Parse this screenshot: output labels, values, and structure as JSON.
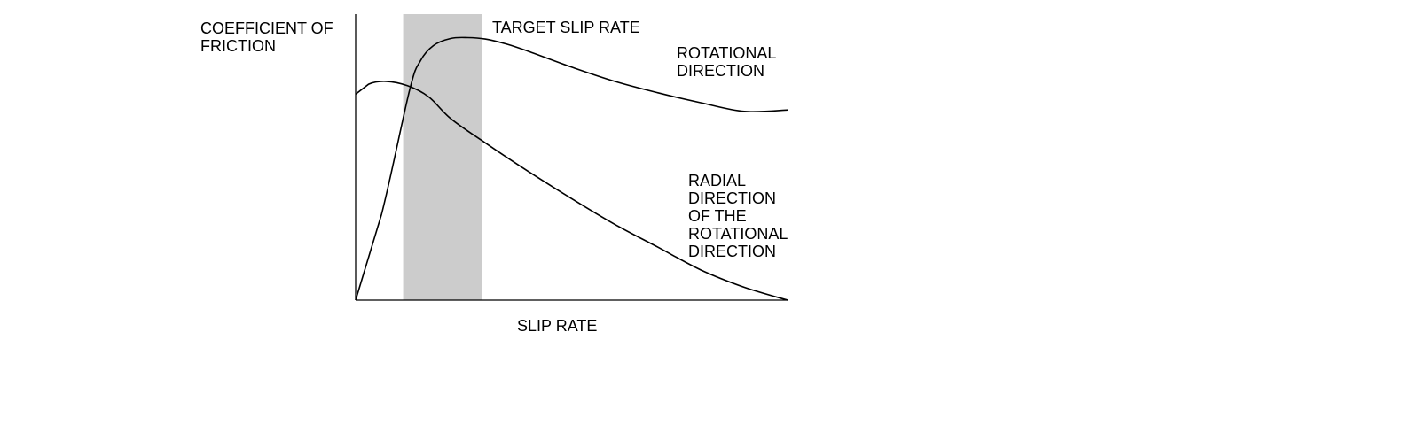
{
  "chart_data": {
    "type": "line",
    "title": "",
    "ylabel": [
      "COEFFICIENT OF",
      "FRICTION"
    ],
    "xlabel": "SLIP RATE",
    "xlim": [
      0,
      100
    ],
    "ylim": [
      0,
      100
    ],
    "grid": false,
    "legend": "none",
    "target_band": {
      "label": "TARGET SLIP RATE",
      "x_start": 11,
      "x_end": 29.3,
      "color": "#cccccc"
    },
    "series": [
      {
        "name": "ROTATIONAL DIRECTION",
        "label_lines": [
          "ROTATIONAL",
          "DIRECTION"
        ],
        "color": "#000000",
        "points": [
          [
            0,
            0
          ],
          [
            6,
            30
          ],
          [
            12.5,
            73.5
          ],
          [
            15,
            83.7
          ],
          [
            18,
            89
          ],
          [
            22,
            91.5
          ],
          [
            26,
            91.8
          ],
          [
            30,
            91.3
          ],
          [
            35,
            89.5
          ],
          [
            40,
            87
          ],
          [
            50,
            81.5
          ],
          [
            60,
            76.5
          ],
          [
            70,
            72.5
          ],
          [
            80,
            69
          ],
          [
            90,
            66
          ],
          [
            100,
            66.5
          ]
        ]
      },
      {
        "name": "RADIAL DIRECTION OF THE ROTATIONAL DIRECTION",
        "label_lines": [
          "RADIAL",
          "DIRECTION",
          "OF THE",
          "ROTATIONAL",
          "DIRECTION"
        ],
        "color": "#000000",
        "points": [
          [
            0,
            72
          ],
          [
            3,
            75.5
          ],
          [
            7,
            76.5
          ],
          [
            12,
            75
          ],
          [
            17,
            71
          ],
          [
            22,
            63.5
          ],
          [
            30,
            55
          ],
          [
            40,
            45
          ],
          [
            50,
            35.5
          ],
          [
            60,
            26.5
          ],
          [
            70,
            18.5
          ],
          [
            80,
            10.5
          ],
          [
            90,
            4.5
          ],
          [
            100,
            0
          ]
        ]
      }
    ]
  }
}
